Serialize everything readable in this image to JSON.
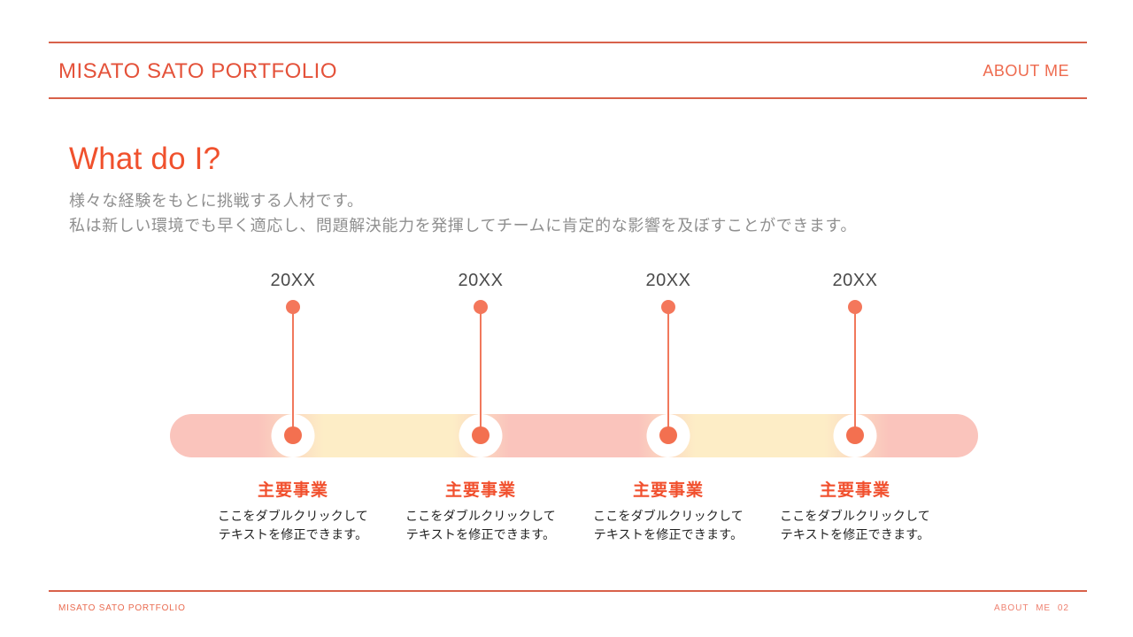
{
  "header": {
    "title": "MISATO SATO PORTFOLIO",
    "section_label": "ABOUT ME"
  },
  "main": {
    "title": "What do I?",
    "intro_line_1": "様々な経験をもとに挑戦する人材です。",
    "intro_line_2": "私は新しい環境でも早く適応し、問題解決能力を発揮してチームに肯定的な影響を及ぼすことができます。"
  },
  "timeline": {
    "milestones": [
      {
        "year": "20XX",
        "heading": "主要事業",
        "desc_line1": "ここをダブルクリックして",
        "desc_line2": "テキストを修正できます。"
      },
      {
        "year": "20XX",
        "heading": "主要事業",
        "desc_line1": "ここをダブルクリックして",
        "desc_line2": "テキストを修正できます。"
      },
      {
        "year": "20XX",
        "heading": "主要事業",
        "desc_line1": "ここをダブルクリックして",
        "desc_line2": "テキストを修正できます。"
      },
      {
        "year": "20XX",
        "heading": "主要事業",
        "desc_line1": "ここをダブルクリックして",
        "desc_line2": "テキストを修正できます。"
      }
    ]
  },
  "footer": {
    "left_text": "MISATO SATO PORTFOLIO",
    "right_text": "ABOUT ME 02"
  },
  "colors": {
    "accent_orange": "#f0512d",
    "header_orange": "#e4523a",
    "bar_pink": "#fac4bc",
    "bar_yellow": "#fdedc6",
    "dot_coral": "#f4775b",
    "rule_color": "#d8614a",
    "gray_text": "#8f8f8f",
    "year_gray": "#4a4a4a"
  }
}
